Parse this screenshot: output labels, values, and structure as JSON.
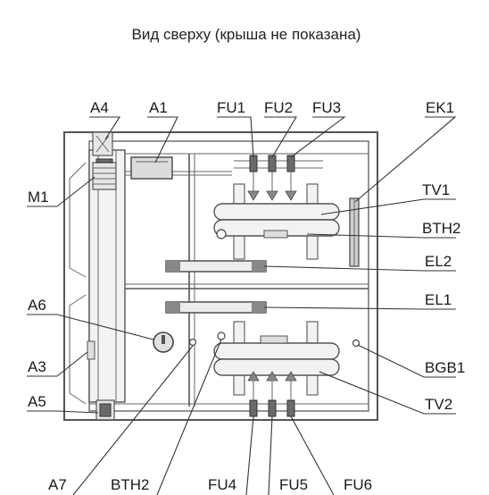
{
  "title": "Вид сверху (крыша не показана)",
  "labels": {
    "A4": "A4",
    "A1": "A1",
    "FU1": "FU1",
    "FU2": "FU2",
    "FU3": "FU3",
    "EK1": "EK1",
    "M1": "M1",
    "TV1": "TV1",
    "BTH2_top": "BTH2",
    "EL2": "EL2",
    "EL1": "EL1",
    "A6": "A6",
    "A3": "A3",
    "A5": "A5",
    "BGB1": "BGB1",
    "TV2": "TV2",
    "A7": "A7",
    "BTH2_bottom": "BTH2",
    "FU4": "FU4",
    "FU5": "FU5",
    "FU6": "FU6"
  }
}
